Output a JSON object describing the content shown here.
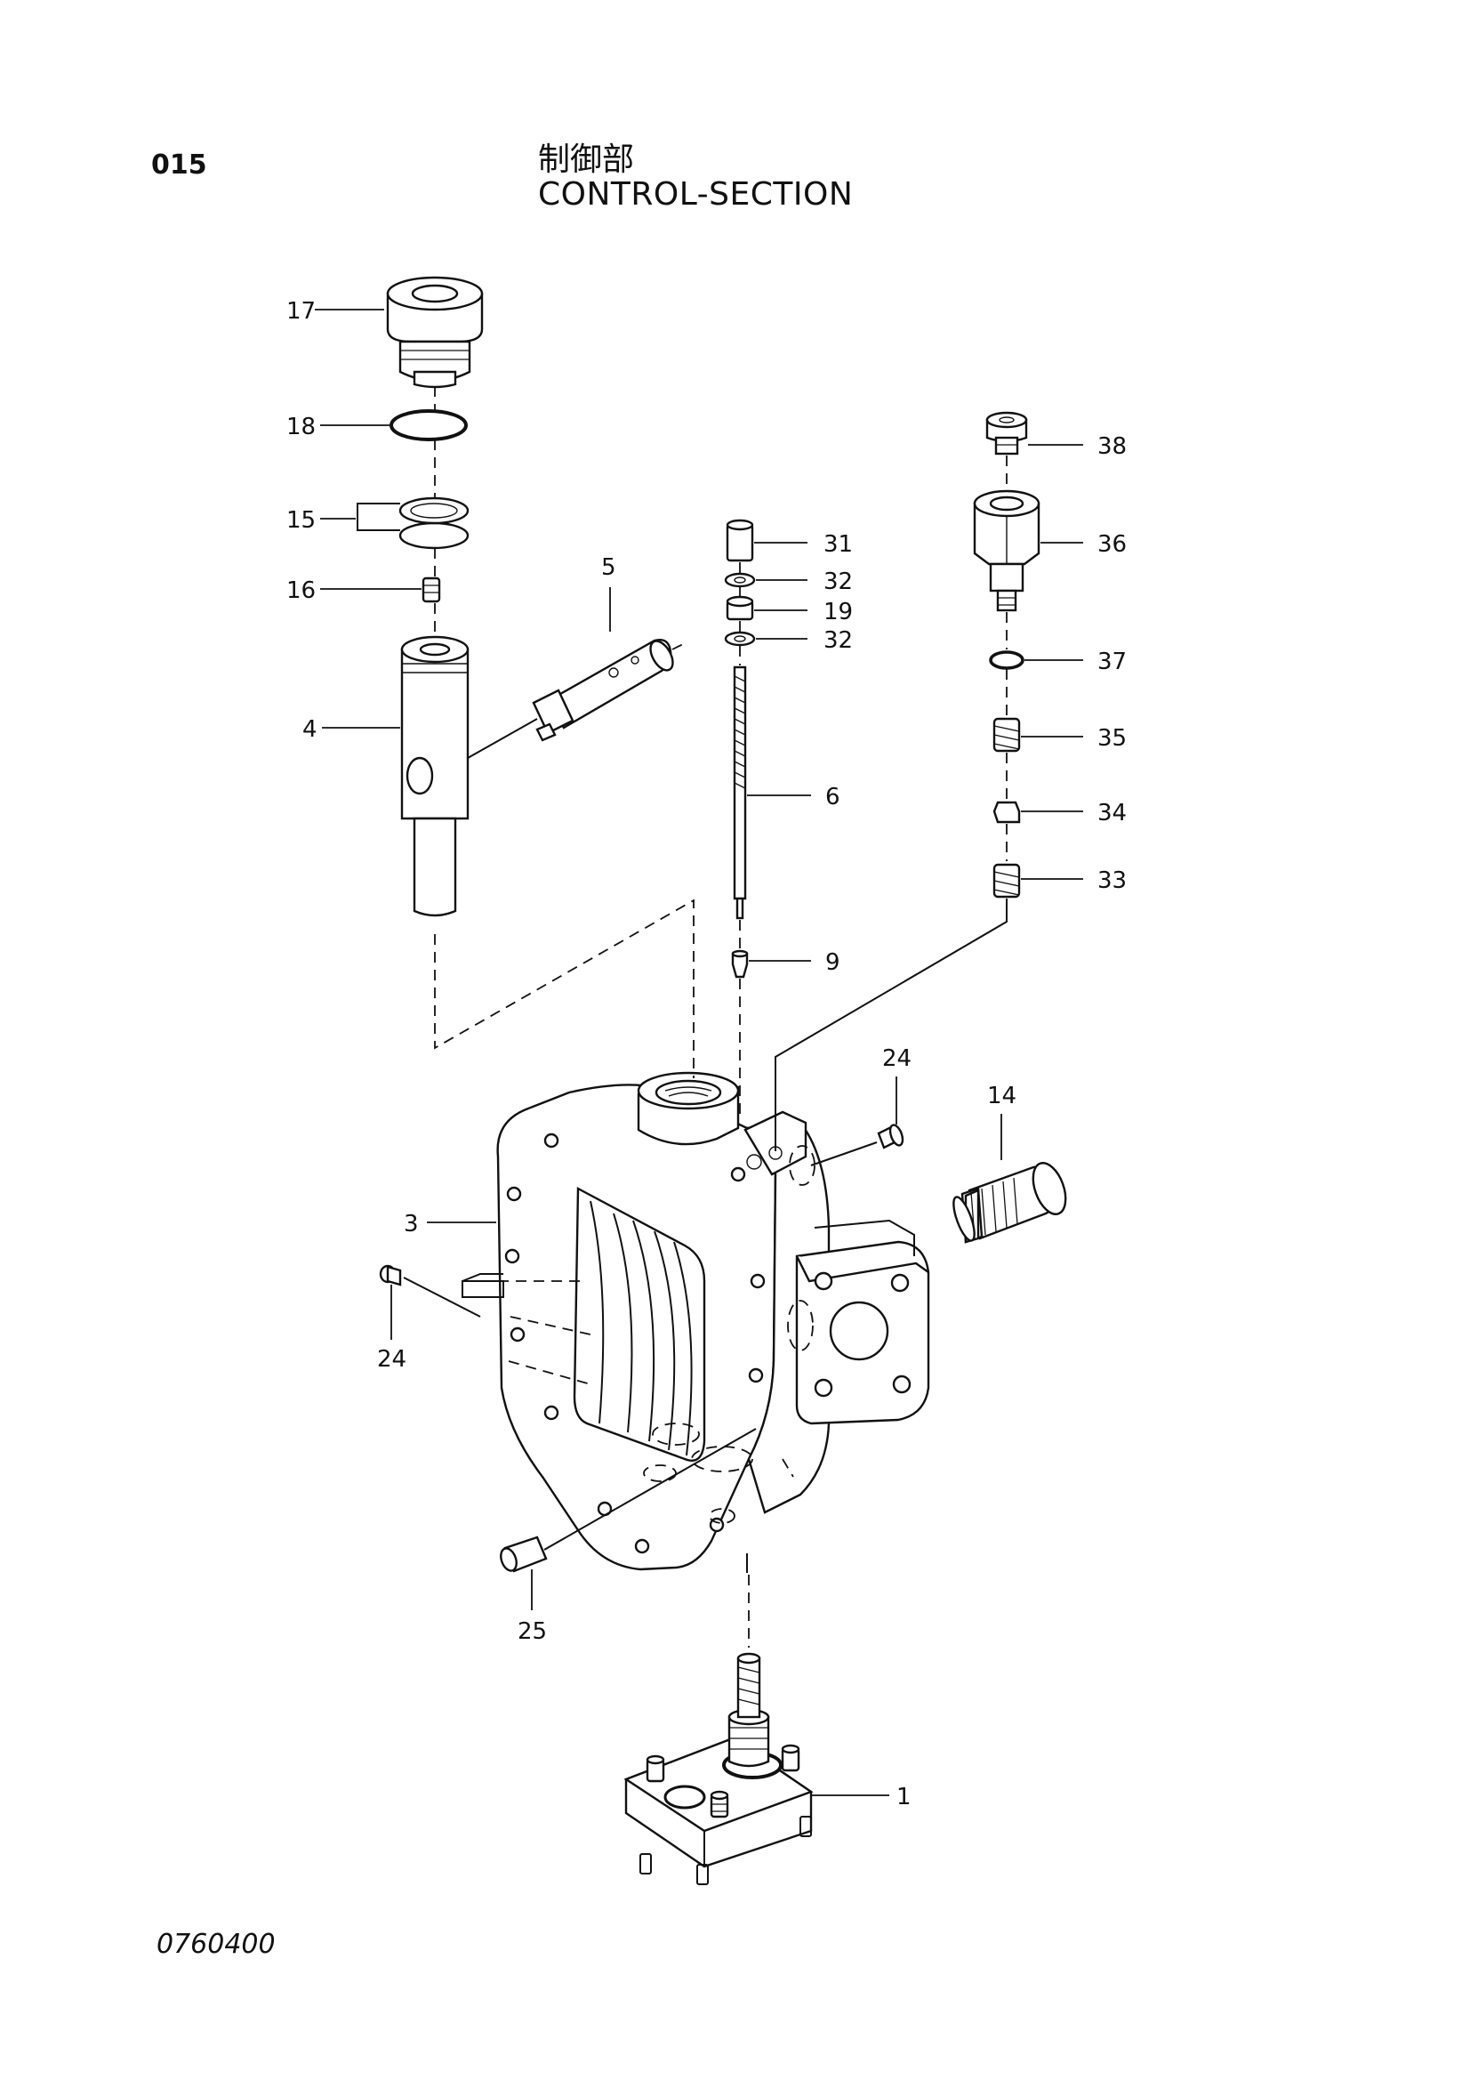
{
  "header": {
    "page_number": "015",
    "title_jp": "制御部",
    "title_en": "CONTROL-SECTION"
  },
  "footer": {
    "drawing_code": "0760400"
  },
  "callouts": {
    "p17": "17",
    "p18": "18",
    "p15": "15",
    "p16": "16",
    "p4": "4",
    "p5": "5",
    "p31": "31",
    "p32a": "32",
    "p19": "19",
    "p32b": "32",
    "p6": "6",
    "p9": "9",
    "p38": "38",
    "p36": "36",
    "p37": "37",
    "p35": "35",
    "p34": "34",
    "p33": "33",
    "p24a": "24",
    "p14": "14",
    "p3": "3",
    "p24b": "24",
    "p25": "25",
    "p1": "1"
  }
}
